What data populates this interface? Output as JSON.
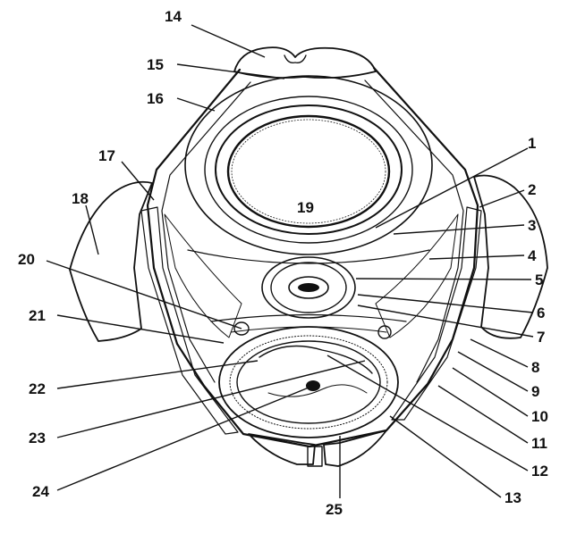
{
  "figure": {
    "callouts": [
      {
        "id": "1",
        "text": "1"
      },
      {
        "id": "2",
        "text": "2"
      },
      {
        "id": "3",
        "text": "3"
      },
      {
        "id": "4",
        "text": "4"
      },
      {
        "id": "5",
        "text": "5"
      },
      {
        "id": "6",
        "text": "6"
      },
      {
        "id": "7",
        "text": "7"
      },
      {
        "id": "8",
        "text": "8"
      },
      {
        "id": "9",
        "text": "9"
      },
      {
        "id": "10",
        "text": "10"
      },
      {
        "id": "11",
        "text": "11"
      },
      {
        "id": "12",
        "text": "12"
      },
      {
        "id": "13",
        "text": "13"
      },
      {
        "id": "14",
        "text": "14"
      },
      {
        "id": "15",
        "text": "15"
      },
      {
        "id": "16",
        "text": "16"
      },
      {
        "id": "17",
        "text": "17"
      },
      {
        "id": "18",
        "text": "18"
      },
      {
        "id": "19",
        "text": "19"
      },
      {
        "id": "20",
        "text": "20"
      },
      {
        "id": "21",
        "text": "21"
      },
      {
        "id": "22",
        "text": "22"
      },
      {
        "id": "23",
        "text": "23"
      },
      {
        "id": "24",
        "text": "24"
      },
      {
        "id": "25",
        "text": "25"
      }
    ],
    "colors": {
      "ink": "#111111",
      "paper": "#ffffff"
    }
  }
}
